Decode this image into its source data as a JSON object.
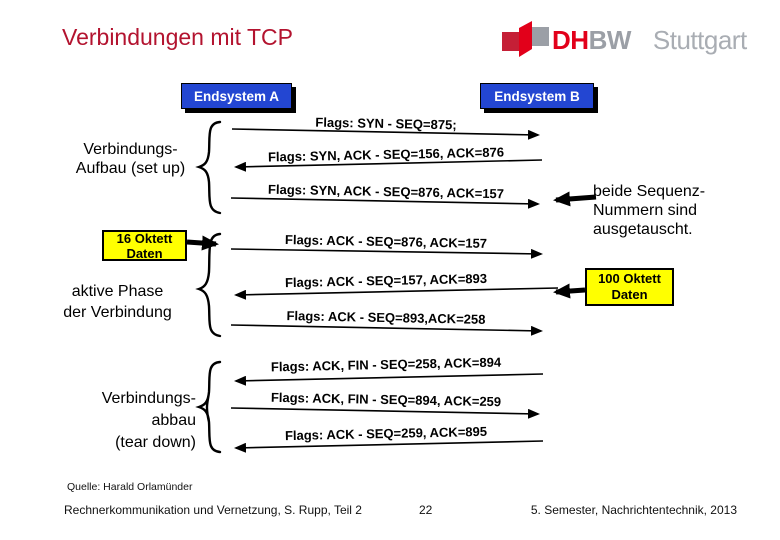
{
  "title": "Verbindungen mit TCP",
  "logo": {
    "dh": "DH",
    "bw": "BW",
    "city": "Stuttgart"
  },
  "endpoints": {
    "a": "Endsystem A",
    "b": "Endsystem B"
  },
  "messages": [
    {
      "label": "Flags: SYN - SEQ=875;",
      "direction": "right"
    },
    {
      "label": "Flags: SYN, ACK - SEQ=156, ACK=876",
      "direction": "left"
    },
    {
      "label": "Flags: SYN, ACK - SEQ=876, ACK=157",
      "direction": "right"
    },
    {
      "label": "Flags: ACK - SEQ=876, ACK=157",
      "direction": "right"
    },
    {
      "label": "Flags: ACK - SEQ=157, ACK=893",
      "direction": "left"
    },
    {
      "label": "Flags: ACK - SEQ=893,ACK=258",
      "direction": "right"
    },
    {
      "label": "Flags: ACK, FIN - SEQ=258, ACK=894",
      "direction": "left"
    },
    {
      "label": "Flags: ACK, FIN - SEQ=894, ACK=259",
      "direction": "right"
    },
    {
      "label": "Flags: ACK - SEQ=259, ACK=895",
      "direction": "left"
    }
  ],
  "phase_setup": {
    "line1": "Verbindungs-",
    "line2": "Aufbau (set up)"
  },
  "phase_active": {
    "line1": "aktive Phase",
    "line2": "der Verbindung"
  },
  "phase_teardown": {
    "line1": "Verbindungs-",
    "line2": "abbau",
    "line3": "(tear down)"
  },
  "note_seq": {
    "line1": "beide Sequenz-",
    "line2": "Nummern sind",
    "line3": "ausgetauscht."
  },
  "data_box_16": {
    "line1": "16 Oktett",
    "line2": "Daten"
  },
  "data_box_100": {
    "line1": "100 Oktett",
    "line2": "Daten"
  },
  "footer": {
    "source": "Quelle: Harald Orlamünder",
    "left": "Rechnerkommunikation und Vernetzung, S. Rupp, Teil 2",
    "page": "22",
    "right": "5. Semester, Nachrichtentechnik, 2013"
  },
  "colors": {
    "title_red": "#B3132F",
    "endpoint_blue": "#2346D2",
    "data_box_yellow": "#FFFF00",
    "logo_red": "#E2001A",
    "logo_gray": "#9B9FA6",
    "arrow_black": "#000000"
  }
}
